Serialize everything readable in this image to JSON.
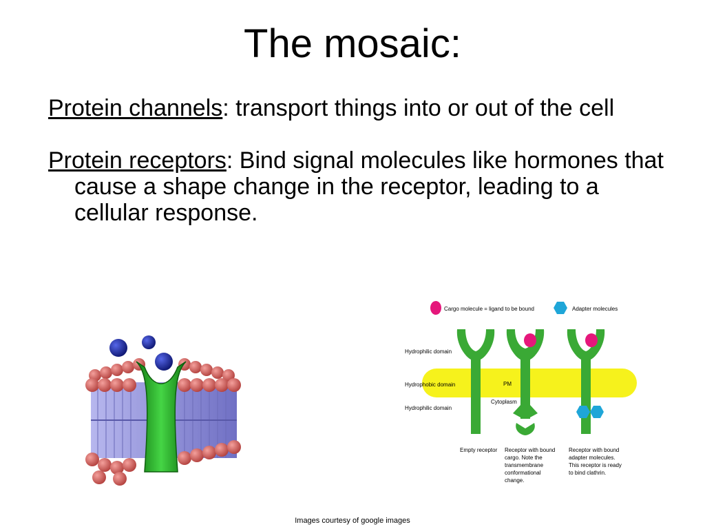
{
  "slide": {
    "title": "The mosaic:",
    "bullets": [
      {
        "term": "Protein channels",
        "text": ": transport things into or out of the cell"
      },
      {
        "term": "Protein receptors",
        "text": ": Bind signal molecules like hormones that cause a shape change in the receptor, leading to a cellular response."
      }
    ],
    "credit": "Images courtesy of google images"
  },
  "receptor_diagram": {
    "legend_cargo": "Cargo molecule = ligand to be bound",
    "legend_adapter": "Adapter molecules",
    "hydrophilic_top": "Hydrophilic domain",
    "hydrophobic": "Hydrophobic domain",
    "hydrophilic_bottom": "Hydrophilic domain",
    "pm": "PM",
    "cytoplasm": "Cytoplasm",
    "caption_empty": "Empty receptor",
    "caption_cargo": [
      "Receptor with bound",
      "cargo.  Note the",
      "transmembrane",
      "conformational",
      "change."
    ],
    "caption_adapter": [
      "Receptor with bound",
      "adapter molecules.",
      "This receptor is ready",
      "to bind clathrin."
    ]
  },
  "colors": {
    "receptor_green": "#3aa935",
    "membrane_yellow": "#f6f21c",
    "cargo_magenta": "#e5177b",
    "adapter_blue": "#1fa6d8",
    "channel_green": "#2fb52f",
    "lipid_head": "#d9605e",
    "lipid_tail": "#8f8fd8",
    "molecule_blue": "#1c2aa8"
  }
}
